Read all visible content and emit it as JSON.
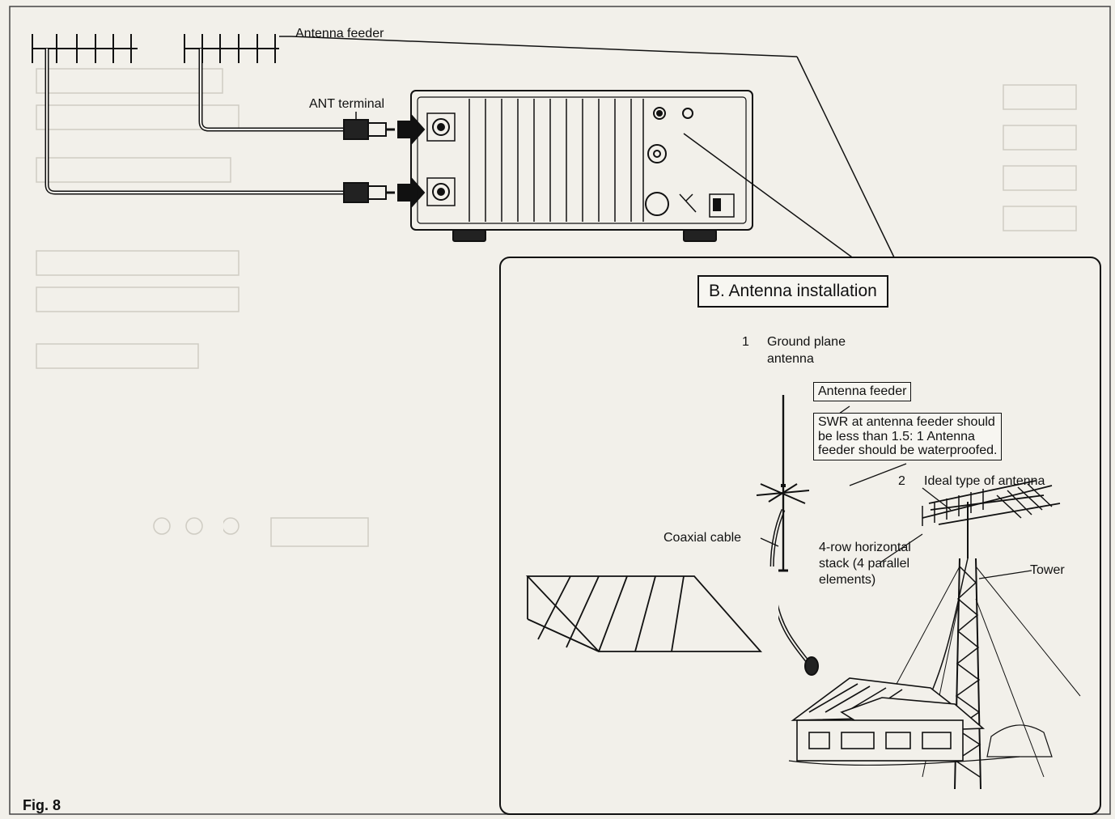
{
  "figure": {
    "label": "Fig. 8"
  },
  "rear_panel": {
    "antenna_feeder": "Antenna feeder",
    "ant_terminal": "ANT terminal"
  },
  "installation": {
    "title": "B. Antenna installation",
    "ground_plane_num": "1",
    "ground_plane_line1": "Ground  plane",
    "ground_plane_line2": "antenna",
    "antenna_feeder": "Antenna feeder",
    "swr_note_line1": "SWR at antenna feeder should",
    "swr_note_line2": "be less  than  1.5:  1  Antenna",
    "swr_note_line3": "feeder should be waterproofed.",
    "ideal_num": "2",
    "ideal_antenna": "Ideal type of antenna",
    "coaxial_cable": "Coaxial cable",
    "stack_line1": "4-row horizontal",
    "stack_line2": "stack  (4  parallel",
    "stack_line3": "elements)",
    "tower": "Tower"
  },
  "colors": {
    "ink": "#111111",
    "paper": "#f2f0ea",
    "faint": "#c9c6bd"
  }
}
